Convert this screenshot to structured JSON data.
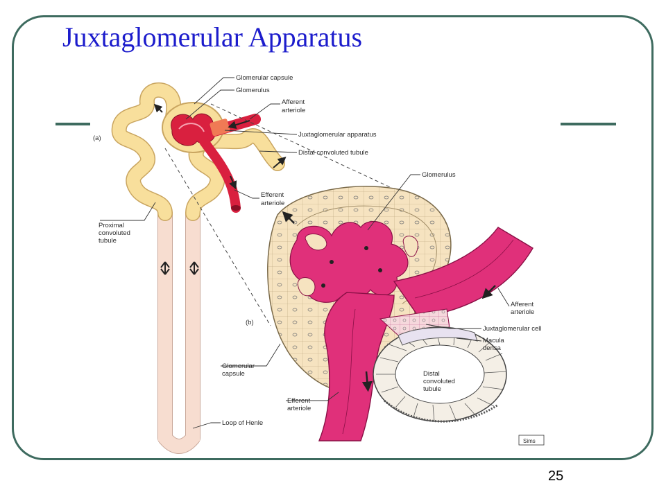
{
  "slide": {
    "title": "Juxtaglomerular  Apparatus",
    "page_number": "25"
  },
  "diagram": {
    "panel_a_marker": "(a)",
    "panel_b_marker": "(b)",
    "labels_a": {
      "glomerular_capsule": "Glomerular capsule",
      "glomerulus": "Glomerulus",
      "afferent_line1": "Afferent",
      "afferent_line2": "arteriole",
      "jga": "Juxtaglomerular apparatus",
      "dct": "Distal convoluted tubule",
      "efferent_line1": "Efferent",
      "efferent_line2": "arteriole",
      "pct_line1": "Proximal",
      "pct_line2": "convoluted",
      "pct_line3": "tubule",
      "loop": "Loop of Henle"
    },
    "labels_b": {
      "glomerulus": "Glomerulus",
      "afferent_line1": "Afferent",
      "afferent_line2": "arteriole",
      "jg_cell": "Juxtaglomerular cell",
      "macula_line1": "Macula",
      "macula_line2": "densa",
      "dct_line1": "Distal",
      "dct_line2": "convoluted",
      "dct_line3": "tubule",
      "capsule_line1": "Glomerular",
      "capsule_line2": "capsule",
      "efferent_line1": "Efferent",
      "efferent_line2": "arteriole"
    },
    "artist_signature": "Sims",
    "colors": {
      "tubule_fill": "#f8df9c",
      "loop_fill": "#f7ddd0",
      "vessel_red": "#d9203f",
      "vessel_magenta": "#e0307a",
      "jga_orange": "#f07a55",
      "capsule_fill": "#f6e3c0",
      "frame": "#3e6b5f",
      "title_blue": "#1c1ccc"
    }
  }
}
